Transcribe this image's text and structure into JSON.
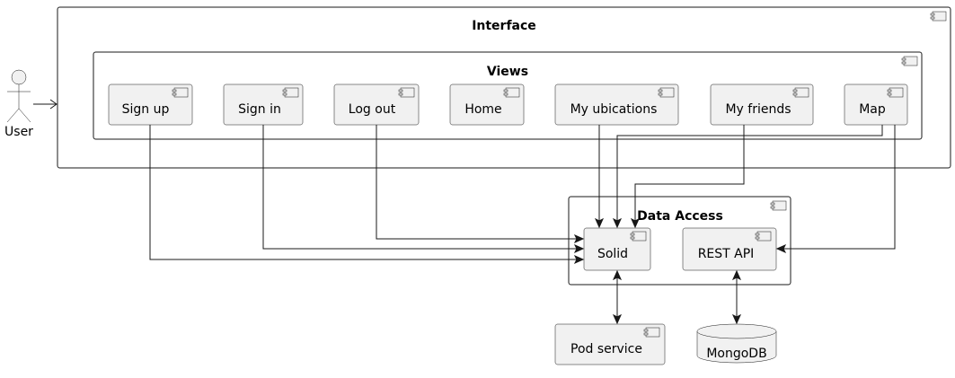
{
  "actor": {
    "label": "User",
    "icon": "stick-figure-icon"
  },
  "interface": {
    "title": "Interface",
    "views": {
      "title": "Views",
      "items": [
        "Sign up",
        "Sign in",
        "Log out",
        "Home",
        "My ubications",
        "My friends",
        "Map"
      ]
    }
  },
  "data_access": {
    "title": "Data Access",
    "items": [
      "Solid",
      "REST API"
    ]
  },
  "external": {
    "pod_service": "Pod service",
    "mongodb": "MongoDB"
  },
  "colors": {
    "box_fill": "#f1f1f1",
    "line": "#181818",
    "background": "#ffffff"
  }
}
